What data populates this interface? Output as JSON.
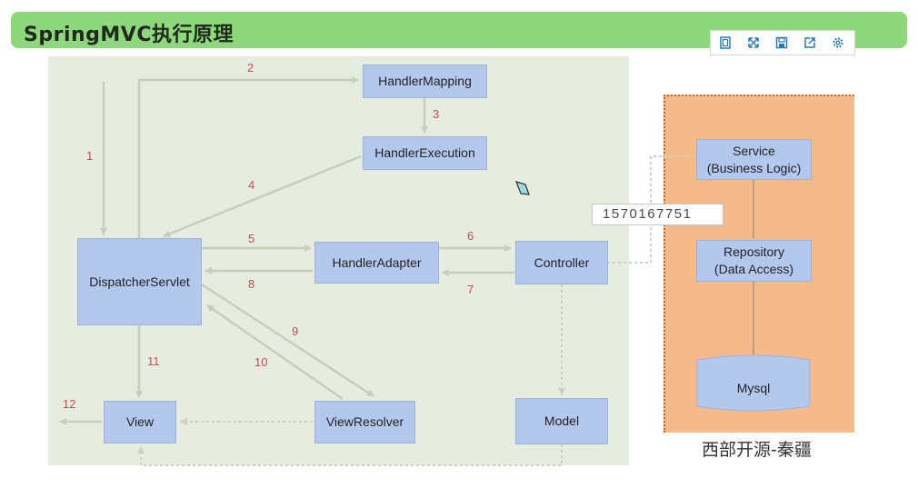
{
  "title": "SpringMVC执行原理",
  "toolbar": [
    "copy-icon",
    "fullscreen-icon",
    "save-icon",
    "share-icon",
    "settings-icon"
  ],
  "nodes": {
    "handler_mapping": "HandlerMapping",
    "handler_execution": "HandlerExecution",
    "dispatcher_servlet": "DispatcherServlet",
    "handler_adapter": "HandlerAdapter",
    "controller": "Controller",
    "view": "View",
    "view_resolver": "ViewResolver",
    "model": "Model",
    "service": "Service\n(Business Logic)",
    "repository": "Repository\n(Data Access)",
    "mysql": "Mysql"
  },
  "steps": [
    "1",
    "2",
    "3",
    "4",
    "5",
    "6",
    "7",
    "8",
    "9",
    "10",
    "11",
    "12"
  ],
  "overlay_number": "1570167751",
  "watermark": "西部开源-秦疆",
  "colors": {
    "title_bar": "#8fd77c",
    "canvas": "#e6ecdf",
    "box": "#b4c8ee",
    "panel": "#f6b98a",
    "arrow": "#c6cfbc",
    "step_number": "#c0504d"
  }
}
